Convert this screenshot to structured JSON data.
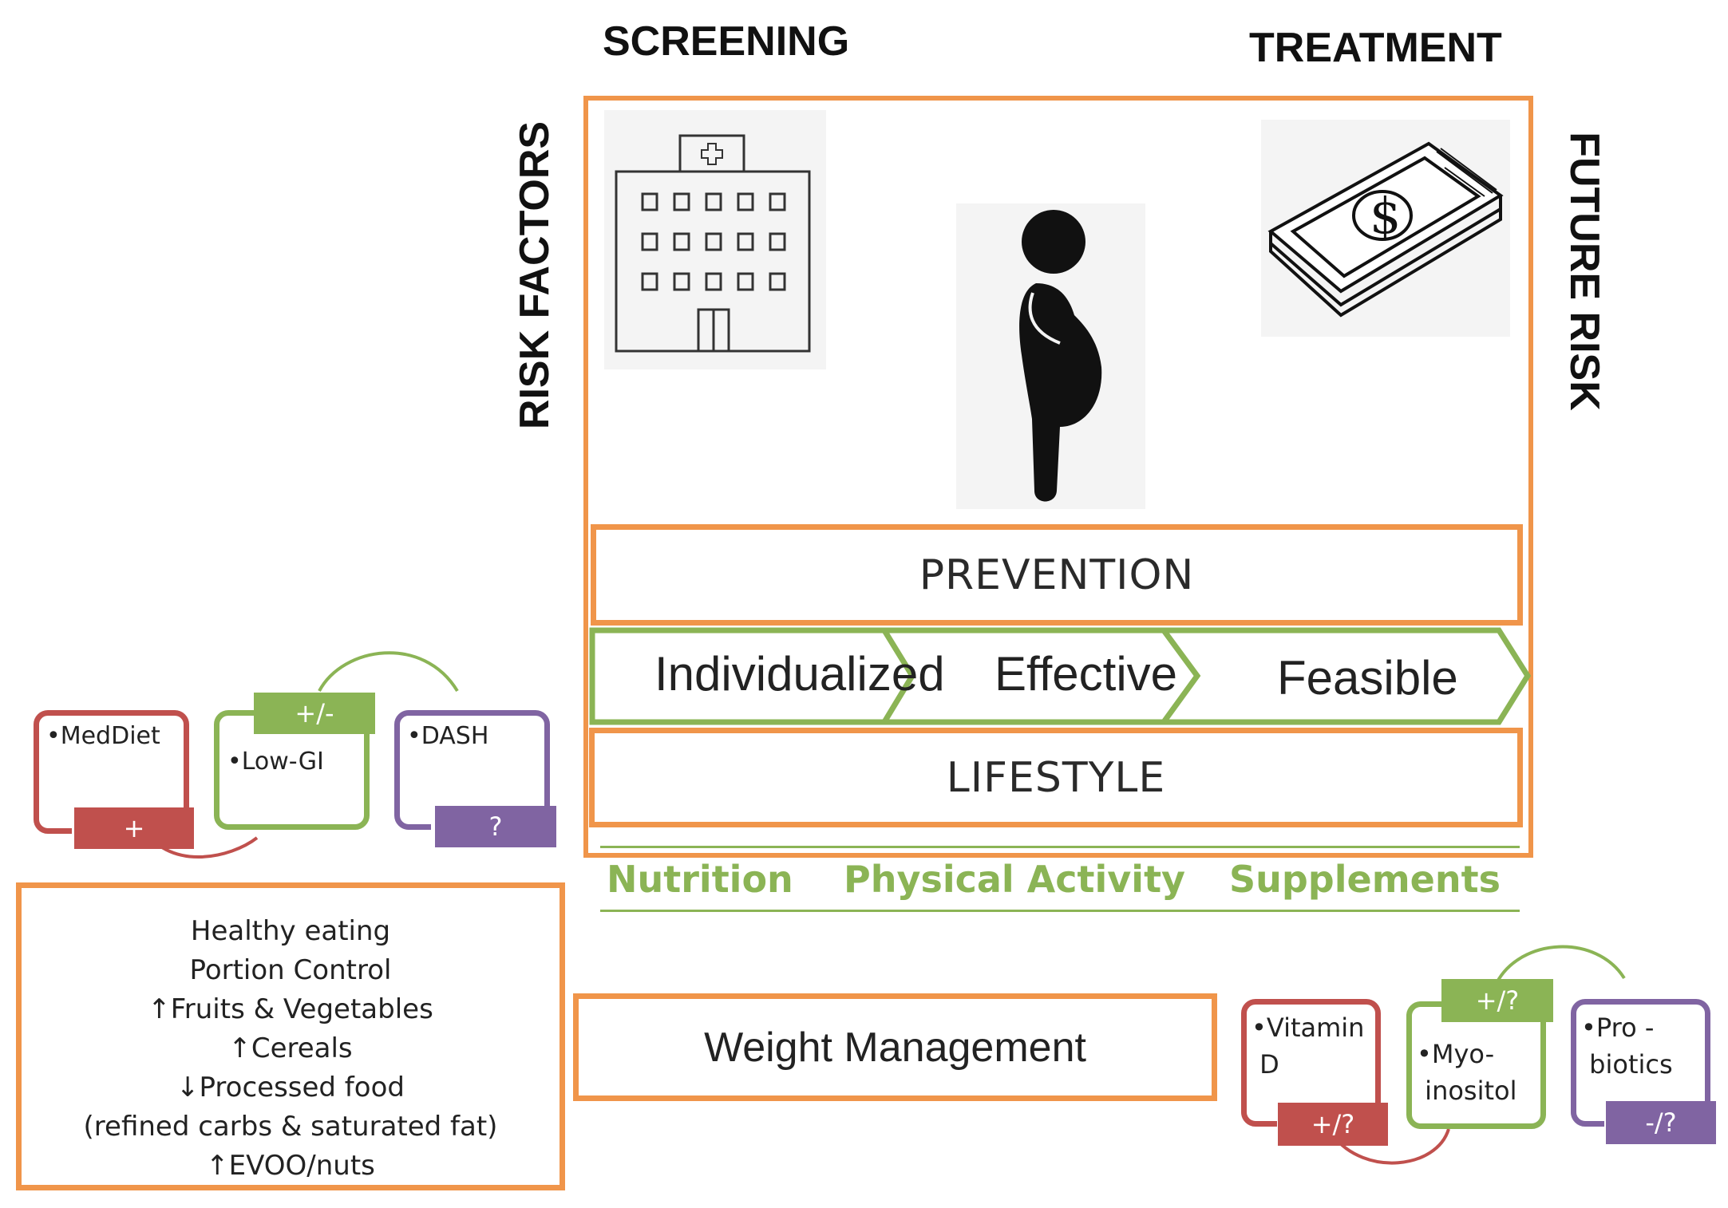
{
  "headers": {
    "screening": "SCREENING",
    "treatment": "TREATMENT",
    "risk_factors": "RISK  FACTORS",
    "future_risk": "FUTURE RISK"
  },
  "icons": {
    "hospital": "hospital-icon",
    "pregnant": "pregnant-woman-icon",
    "money": "money-icon"
  },
  "prevention": "PREVENTION",
  "chevrons": [
    "Individualized",
    "Effective",
    "Feasible"
  ],
  "lifestyle": "LIFESTYLE",
  "pillars": [
    "Nutrition",
    "Physical Activity",
    "Supplements"
  ],
  "diets": [
    {
      "name": "MedDiet",
      "rating": "+",
      "color": "#c0504d"
    },
    {
      "name": "Low-GI",
      "rating": "+/-",
      "color": "#8bb455"
    },
    {
      "name": "DASH",
      "rating": "?",
      "color": "#8064a2"
    }
  ],
  "nutrition_list": [
    "Healthy eating",
    "Portion Control",
    "↑Fruits & Vegetables",
    "↑Cereals",
    "↓Processed food",
    "(refined carbs & saturated fat)",
    "↑EVOO/nuts"
  ],
  "weight_management": "Weight Management",
  "supplements": [
    {
      "line1": "Vitamin",
      "line2": "D",
      "rating": "+/?",
      "color": "#c0504d"
    },
    {
      "line1": "Myo-",
      "line2": "inositol",
      "rating": "+/?",
      "color": "#8bb455"
    },
    {
      "line1": "Pro -",
      "line2": "biotics",
      "rating": "-/?",
      "color": "#8064a2"
    }
  ],
  "colors": {
    "orange": "#f0954a",
    "green": "#8bb455",
    "red": "#c0504d",
    "purple": "#8064a2"
  }
}
